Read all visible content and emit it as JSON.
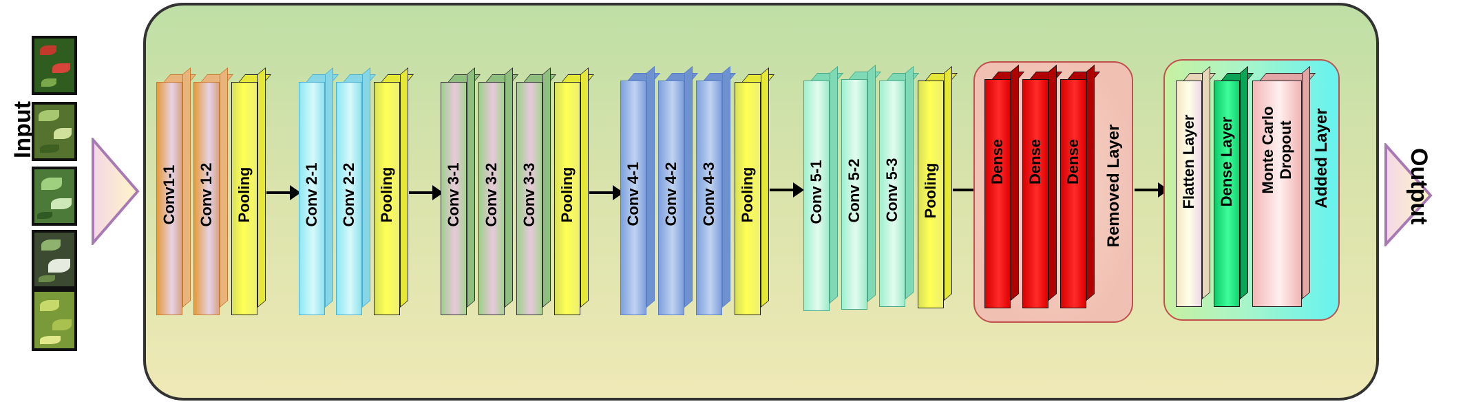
{
  "input_label": "Input",
  "output_label": "Output",
  "stage1": {
    "conv1": "Conv1-1",
    "conv2": "Conv 1-2",
    "pool": "Pooling"
  },
  "stage2": {
    "conv1": "Conv 2-1",
    "conv2": "Conv 2-2",
    "pool": "Pooling"
  },
  "stage3": {
    "conv1": "Conv 3-1",
    "conv2": "Conv 3-2",
    "conv3": "Conv 3-3",
    "pool": "Pooling"
  },
  "stage4": {
    "conv1": "Conv 4-1",
    "conv2": "Conv 4-2",
    "conv3": "Conv 4-3",
    "pool": "Pooling"
  },
  "stage5": {
    "conv1": "Conv 5-1",
    "conv2": "Conv 5-2",
    "conv3": "Conv 5-3",
    "pool": "Pooling"
  },
  "removed": {
    "dense1": "Dense",
    "dense2": "Dense",
    "dense3": "Dense",
    "label": "Removed Layer"
  },
  "added": {
    "flatten": "Flatten Layer",
    "dense": "Dense Layer",
    "mc_line1": "Monte Carlo",
    "mc_line2": "Dropout",
    "label": "Added Layer"
  },
  "colors": {
    "panel_border": "#333333",
    "group_border": "#c0504d",
    "pooling": "#ffff55",
    "dense_removed": "#ff0000",
    "dense_added": "#10c96a"
  },
  "icons": [
    "input-triangle-icon",
    "output-triangle-icon",
    "arrow-right-icon"
  ]
}
